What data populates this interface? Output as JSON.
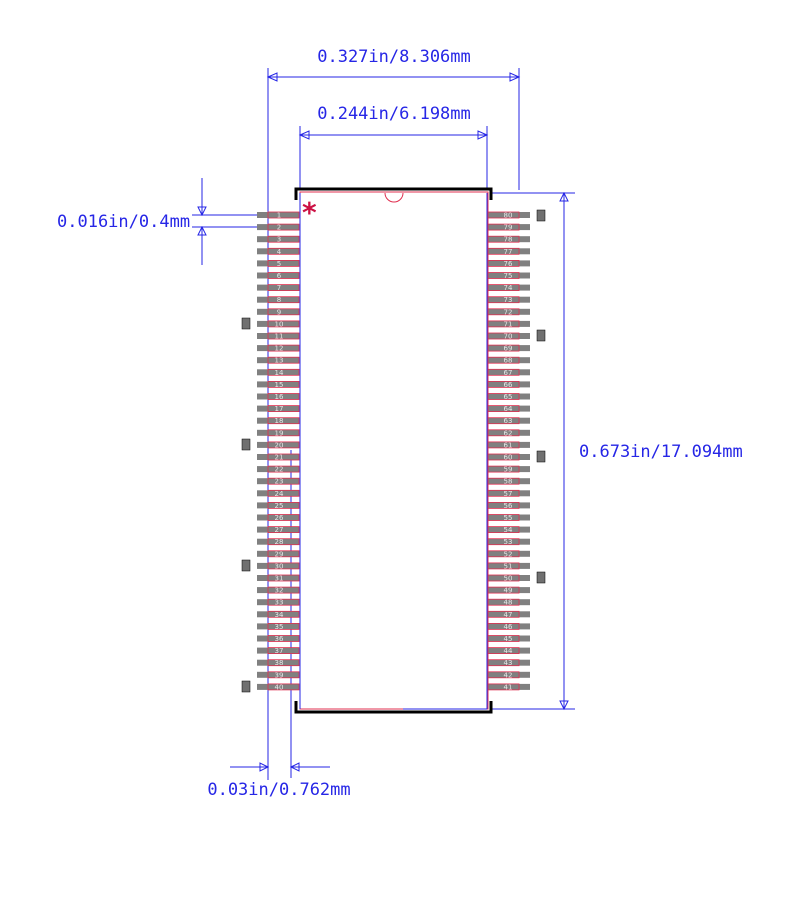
{
  "dimensions": {
    "overall_width": "0.327in/8.306mm",
    "body_width": "0.244in/6.198mm",
    "pin_pitch": "0.016in/0.4mm",
    "body_length": "0.673in/17.094mm",
    "lead_length": "0.03in/0.762mm"
  },
  "pin1_marker": "*",
  "pins": {
    "left_first": 1,
    "left_last": 40,
    "right_first": 41,
    "right_last": 80
  },
  "colors": {
    "dimension": "#2626e6",
    "outline": "#e03050",
    "body_edge": "#000000",
    "pad": "#808080",
    "pin_marker": "#cc1144"
  }
}
